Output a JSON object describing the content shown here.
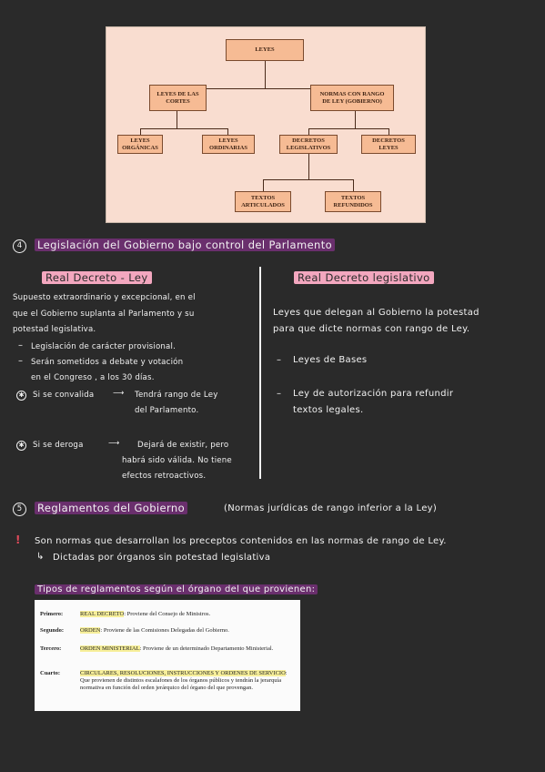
{
  "diagram": {
    "leyes": "LEYES",
    "leyes_cortes": "LEYES DE LAS\nCORTES",
    "normas_rango": "NORMAS CON RANGO\nDE LEY (GOBIERNO)",
    "organicas": "LEYES\nORGÁNICAS",
    "ordinarias": "LEYES\nORDINARIAS",
    "decretos_legislativos": "DECRETOS\nLEGISLATIVOS",
    "decretos_leyes": "DECRETOS\nLEYES",
    "textos_articulados": "TEXTOS\nARTICULADOS",
    "textos_refundidos": "TEXTOS\nREFUNDIDOS"
  },
  "section4": {
    "number": "4",
    "title": "Legislación del Gobierno bajo control del Parlamento",
    "left": {
      "heading": "Real Decreto - Ley",
      "para1": "Supuesto extraordinario y excepcional, en el",
      "para2": "que el Gobierno suplanta al Parlamento y su",
      "para3": "potestad legislativa.",
      "bullet1": "Legislación de carácter provisional.",
      "bullet2a": "Serán sometidos a debate y votación",
      "bullet2b": "en el Congreso , a los 30 días.",
      "convalida_label": "Si se convalida",
      "convalida_res1": "Tendrá rango de Ley",
      "convalida_res2": "del Parlamento.",
      "deroga_label": "Si se deroga",
      "deroga_res1": "Dejará de existir, pero",
      "deroga_res2": "habrá sido válida. No tiene",
      "deroga_res3": "efectos retroactivos."
    },
    "right": {
      "heading": "Real Decreto legislativo",
      "para1": "Leyes que delegan al Gobierno la potestad",
      "para2": "para que dicte normas con rango de Ley.",
      "bullet1": "Leyes de Bases",
      "bullet2a": "Ley de autorización para refundir",
      "bullet2b": "textos legales."
    }
  },
  "section5": {
    "number": "5",
    "title": "Reglamentos del Gobierno",
    "subtitle": "(Normas jurídicas de rango inferior a la Ley)",
    "line1": "Son normas que desarrollan los preceptos contenidos en las normas de rango de Ley.",
    "line2": "Dictadas por órganos sin potestad legislativa",
    "tipos_heading": "Tipos de reglamentos según el órgano del que provienen:"
  },
  "table": {
    "rows": [
      {
        "label": "Primero:",
        "hl": "REAL DECRETO",
        "rest": ": Proviene del Consejo de Ministros."
      },
      {
        "label": "Segundo:",
        "hl": "ORDEN",
        "rest": ": Proviene de las Comisiones Delegadas del Gobierno."
      },
      {
        "label": "Tercero:",
        "hl": "ORDEN MINISTERIAL",
        "rest": ": Proviene de un determinado Departamento Ministerial."
      },
      {
        "label": "Cuarto:",
        "hl": "CIRCULARES, RESOLUCIONES, INSTRUCCIONES Y ORDENES DE SERVICIO",
        "rest": ": Que provienen de distintos escalafones de los órganos públicos y tendrán la jerarquía normativa en función del orden jerárquico del órgano del que provengan."
      }
    ]
  },
  "colors": {
    "highlight_purple": "#6a2f6d",
    "highlight_pink": "#f3a7bf",
    "highlight_yellow": "#f7ef9a",
    "node_fill": "#f6bb94",
    "diagram_bg": "#f9ddd0"
  }
}
